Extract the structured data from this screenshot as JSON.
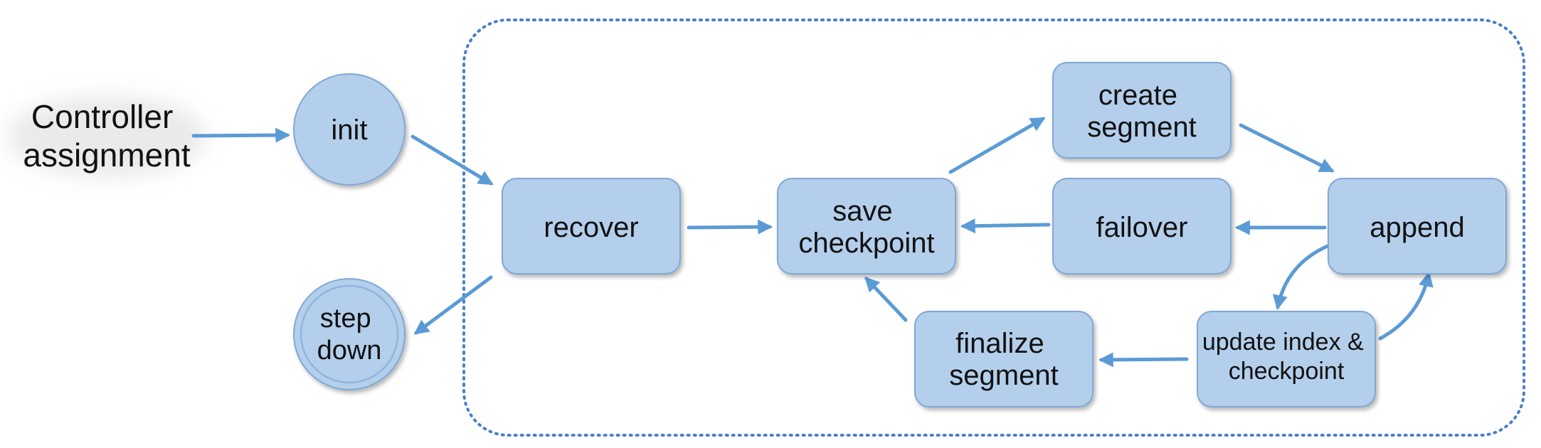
{
  "diagram": {
    "external_label": [
      "Controller",
      "assignment"
    ],
    "nodes": {
      "init": [
        "init"
      ],
      "step_down": [
        "step",
        "down"
      ],
      "recover": [
        "recover"
      ],
      "save_checkpoint": [
        "save",
        "checkpoint"
      ],
      "create_segment": [
        "create",
        "segment"
      ],
      "failover": [
        "failover"
      ],
      "append": [
        "append"
      ],
      "finalize_segment": [
        "finalize",
        "segment"
      ],
      "update_index_checkpoint": [
        "update index &",
        "checkpoint"
      ]
    },
    "colors": {
      "node_fill": "#b4cfeb",
      "node_stroke": "#7fa8d6",
      "arrow": "#5b9bd5",
      "boundary": "#4a7fc8",
      "text": "#111111"
    }
  }
}
